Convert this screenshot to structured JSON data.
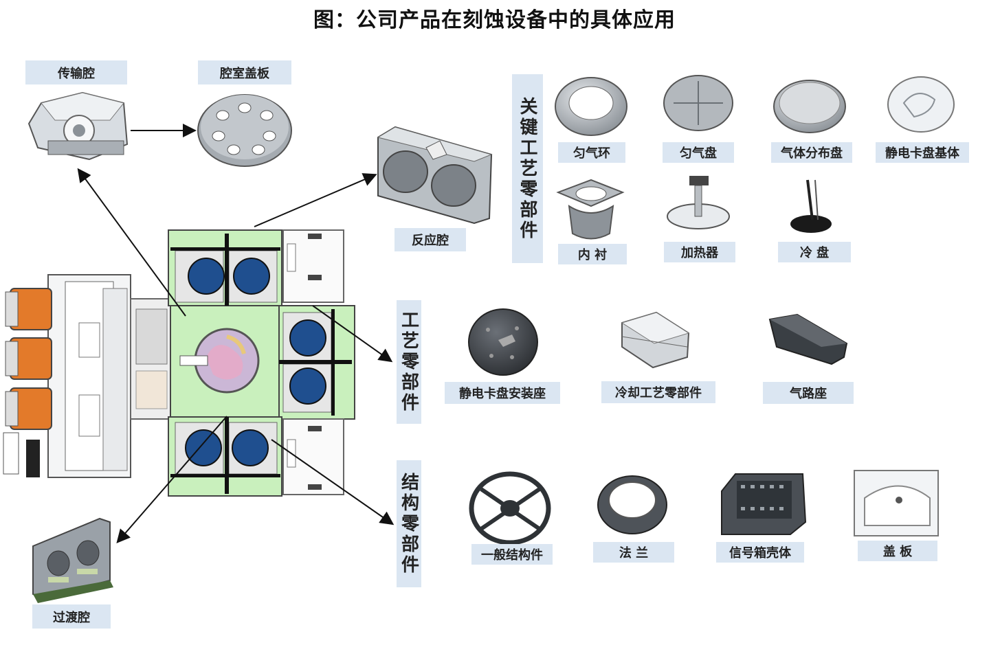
{
  "title": "图：公司产品在刻蚀设备中的具体应用",
  "labels": {
    "transfer_chamber": "传输腔",
    "chamber_lid": "腔室盖板",
    "reaction_chamber": "反应腔",
    "transition_chamber": "过渡腔"
  },
  "categories": {
    "key_parts": "关键工艺零部件",
    "process_parts": "工艺零部件",
    "structural_parts": "结构零部件"
  },
  "key_parts": [
    "匀气环",
    "匀气盘",
    "气体分布盘",
    "静电卡盘基体",
    "内 衬",
    "加热器",
    "冷 盘"
  ],
  "process_parts": [
    "静电卡盘安装座",
    "冷却工艺零部件",
    "气路座"
  ],
  "structural_parts": [
    "一般结构件",
    "法 兰",
    "信号箱壳体",
    "盖 板"
  ],
  "colors": {
    "label_bg": "#dbe6f2",
    "chamber_green": "#c9f0bd",
    "wafer_blue": "#1f4f8f",
    "load_orange": "#e37a2a",
    "part_gray": "#9aa1a8"
  }
}
